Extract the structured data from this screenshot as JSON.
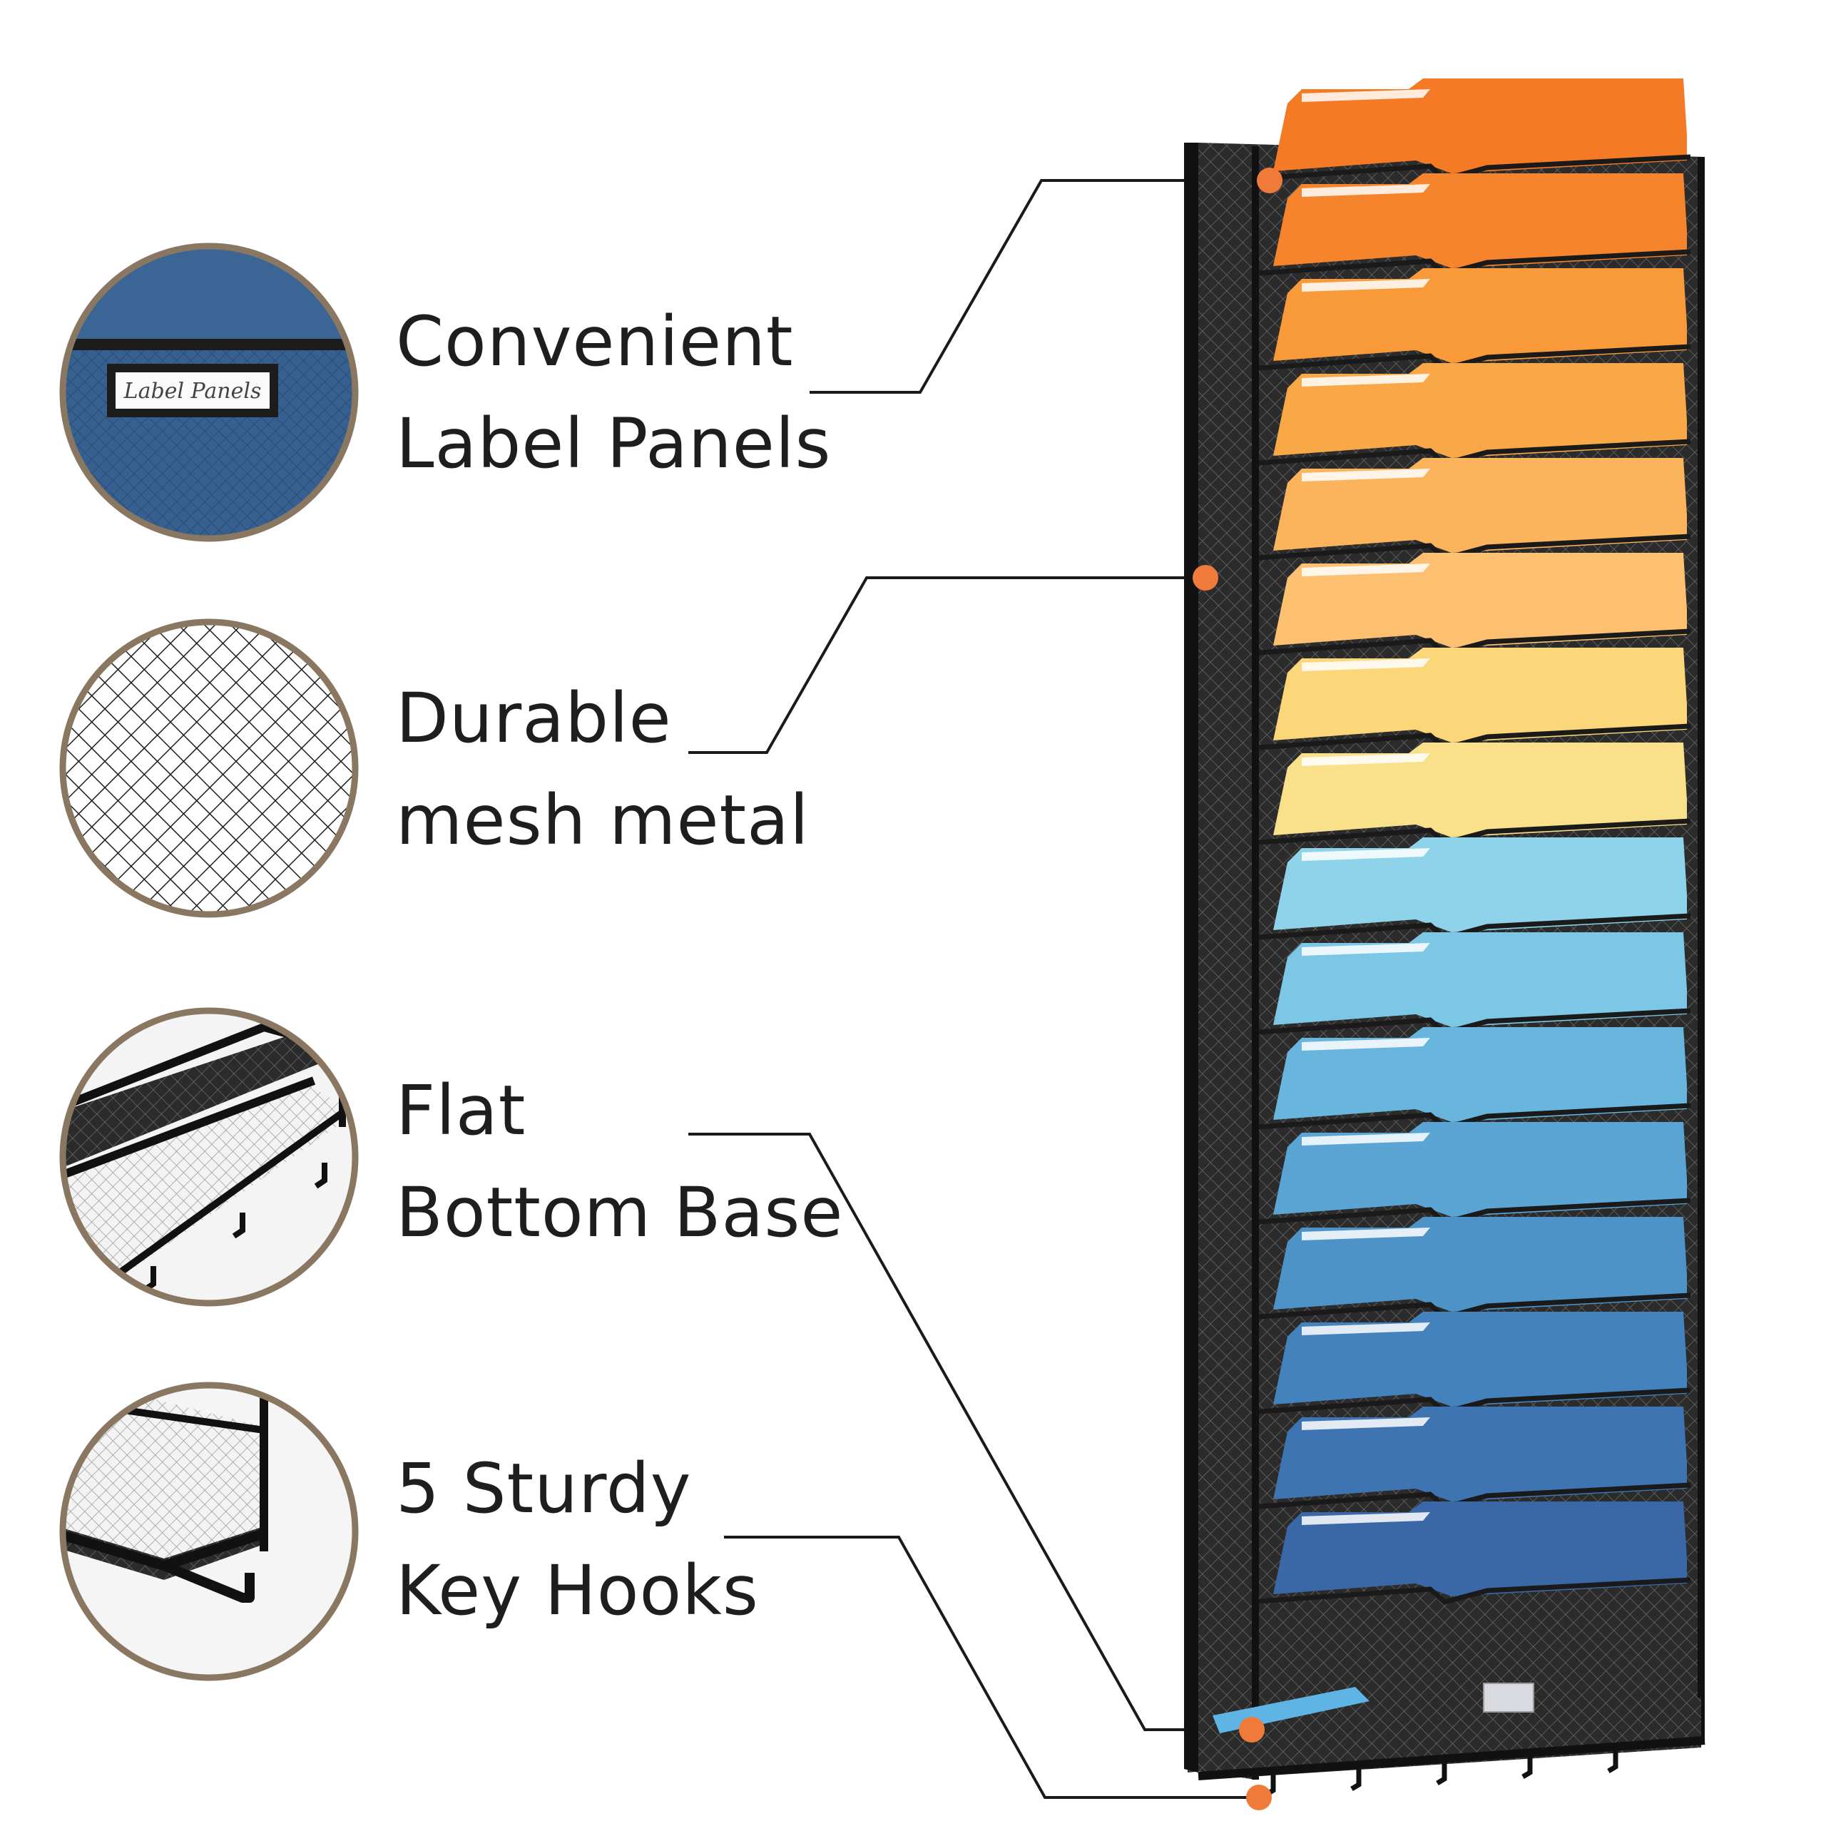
{
  "features": [
    {
      "id": "label-panels",
      "lines": [
        "Convenient",
        "Label Panels"
      ],
      "icon": "label-panels-closeup",
      "inset_text": "Label Panels"
    },
    {
      "id": "mesh",
      "lines": [
        "Durable",
        "mesh metal"
      ],
      "icon": "mesh-closeup"
    },
    {
      "id": "base",
      "lines": [
        "Flat",
        "Bottom Base"
      ],
      "icon": "flat-base-closeup"
    },
    {
      "id": "hooks",
      "lines": [
        "5 Sturdy",
        "Key Hooks"
      ],
      "icon": "key-hook-closeup"
    }
  ],
  "colors": {
    "accent_dot": "#f07a3a",
    "ring": "#8a7762",
    "frame": "#1a1a1a",
    "folders": [
      "#f47a26",
      "#f6842c",
      "#f89a3a",
      "#f9a848",
      "#fbb45c",
      "#fcc070",
      "#fbd77a",
      "#f9e08a",
      "#8fd3ea",
      "#7cc6e6",
      "#68b6de",
      "#5aa5d4",
      "#4d93c8",
      "#4482bd",
      "#3f74b2",
      "#3a67a6"
    ]
  }
}
